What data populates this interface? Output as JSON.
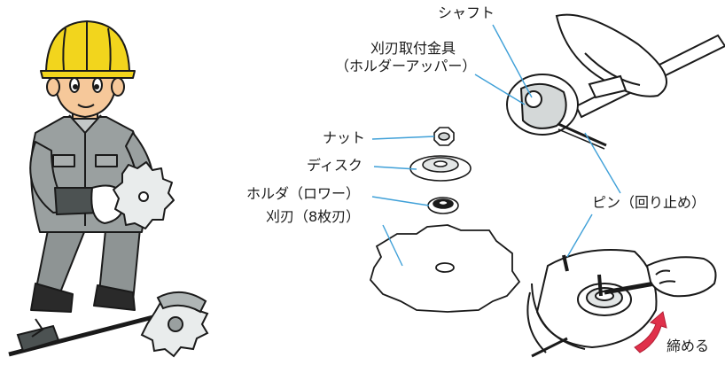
{
  "labels": {
    "shaft": "シャフト",
    "mount_line1": "刈刃取付金具",
    "mount_line2": "（ホルダーアッパー）",
    "nut": "ナット",
    "disc": "ディスク",
    "holder_lower": "ホルダ（ロワー）",
    "blade": "刈刃（8枚刃）",
    "pin": "ピン（回り止め）",
    "tighten": "締める"
  },
  "colors": {
    "leader_line": "#3fa0d8",
    "outline": "#1a1a1a",
    "helmet": "#f2d51d",
    "uniform": "#9aa0a0",
    "skin": "#f6c89a",
    "tighten_arrow": "#e0304a"
  }
}
